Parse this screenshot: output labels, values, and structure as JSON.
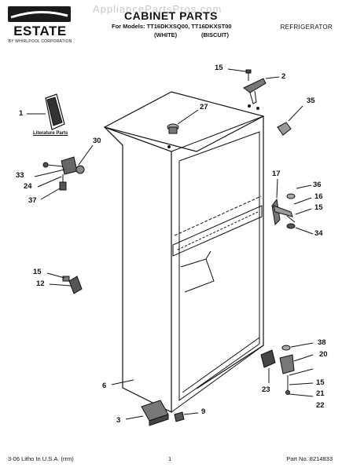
{
  "brand": {
    "name": "ESTATE",
    "tagline": "BY WHIRLPOOL CORPORATION"
  },
  "watermark": "AppliancePartsPros.com",
  "title": "CABINET PARTS",
  "models": {
    "prefix": "For Models:",
    "list": "TT16DKXSQ00, TT16DKXST00",
    "variants": [
      "(WHITE)",
      "(BISCUIT)"
    ]
  },
  "category": "REFRIGERATOR",
  "literature_label": "Literature Parts",
  "callouts": [
    {
      "id": "c1",
      "label": "1"
    },
    {
      "id": "c2",
      "label": "2"
    },
    {
      "id": "c3",
      "label": "3"
    },
    {
      "id": "c6",
      "label": "6"
    },
    {
      "id": "c9",
      "label": "9"
    },
    {
      "id": "c12",
      "label": "12"
    },
    {
      "id": "c15a",
      "label": "15"
    },
    {
      "id": "c15b",
      "label": "15"
    },
    {
      "id": "c15c",
      "label": "15"
    },
    {
      "id": "c15d",
      "label": "15"
    },
    {
      "id": "c16",
      "label": "16"
    },
    {
      "id": "c17",
      "label": "17"
    },
    {
      "id": "c20",
      "label": "20"
    },
    {
      "id": "c21",
      "label": "21"
    },
    {
      "id": "c22",
      "label": "22"
    },
    {
      "id": "c23",
      "label": "23"
    },
    {
      "id": "c24",
      "label": "24"
    },
    {
      "id": "c27",
      "label": "27"
    },
    {
      "id": "c30",
      "label": "30"
    },
    {
      "id": "c33",
      "label": "33"
    },
    {
      "id": "c34",
      "label": "34"
    },
    {
      "id": "c35",
      "label": "35"
    },
    {
      "id": "c36",
      "label": "36"
    },
    {
      "id": "c37",
      "label": "37"
    },
    {
      "id": "c38",
      "label": "38"
    }
  ],
  "footer": {
    "left": "3-06 Litho In U.S.A. (rrm)",
    "center": "1",
    "right": "Part No. 8214833"
  },
  "colors": {
    "ink": "#111111",
    "watermark": "#c8c8c8"
  }
}
